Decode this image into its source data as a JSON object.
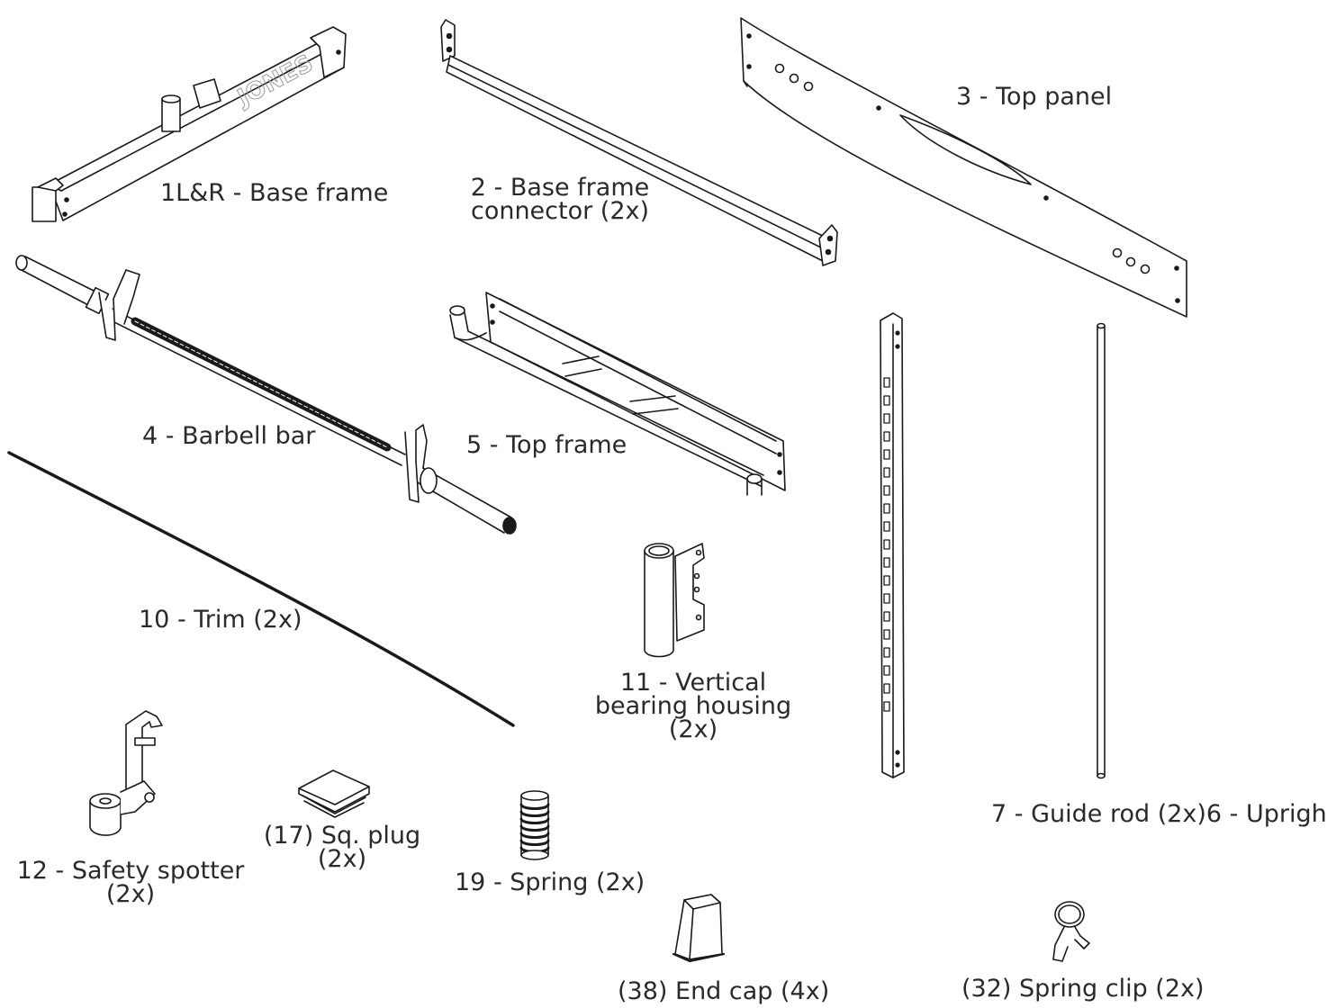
{
  "parts": {
    "base_frame": {
      "label": "1L&R - Base frame",
      "logo": "JONES"
    },
    "base_frame_connector": {
      "line1": "2 - Base frame",
      "line2": "connector (2x)"
    },
    "top_panel": {
      "label": "3 - Top panel"
    },
    "barbell_bar": {
      "label": "4 - Barbell bar"
    },
    "top_frame": {
      "label": "5 - Top frame"
    },
    "guide_rod_upright": {
      "label": "7 - Guide rod (2x)6 - Uprigh"
    },
    "trim": {
      "label": "10 - Trim (2x)"
    },
    "vertical_bearing_housing": {
      "line1": "11 - Vertical",
      "line2": "bearing housing",
      "line3": "(2x)"
    },
    "safety_spotter": {
      "line1": "12 - Safety spotter",
      "line2": "(2x)"
    },
    "sq_plug": {
      "line1": "(17) Sq. plug",
      "line2": "(2x)"
    },
    "spring": {
      "label": "19 - Spring (2x)"
    },
    "end_cap": {
      "label": "(38) End cap (4x)"
    },
    "spring_clip": {
      "label": "(32) Spring clip (2x)"
    }
  }
}
